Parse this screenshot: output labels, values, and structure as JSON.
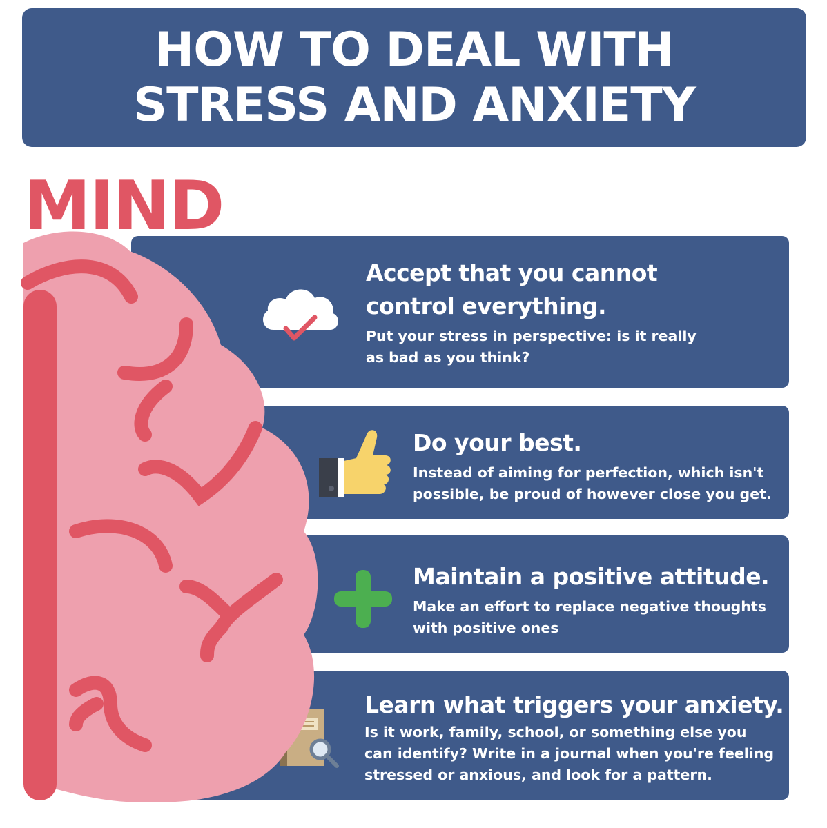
{
  "title": {
    "line1": "HOW TO DEAL WITH",
    "line2": "STRESS AND ANXIETY"
  },
  "section_label": "MIND",
  "tips": [
    {
      "icon": "cloud-check-icon",
      "heading_lines": [
        "Accept that you cannot",
        "control everything."
      ],
      "body": "Put your stress in perspective: is it really as bad as you think?"
    },
    {
      "icon": "thumbs-up-icon",
      "heading_lines": [
        "Do your best."
      ],
      "body": "Instead of aiming for perfection, which isn't possible,  be proud of however close you get."
    },
    {
      "icon": "plus-icon",
      "heading_lines": [
        "Maintain a positive attitude."
      ],
      "body": "Make an effort to replace negative thoughts with positive ones"
    },
    {
      "icon": "journal-magnifier-icon",
      "heading_lines": [
        "Learn what triggers your anxiety."
      ],
      "body": "Is it work, family, school, or something else you can identify? Write in a journal  when you're feeling stressed or anxious, and look for a pattern."
    }
  ],
  "colors": {
    "banner": "#3f5a8a",
    "accent_red": "#e05664",
    "brain_pink": "#eea0ae",
    "brain_line": "#e05664",
    "plus_green": "#4caf50",
    "check_red": "#e05664",
    "thumb_yellow": "#f7d36b"
  }
}
